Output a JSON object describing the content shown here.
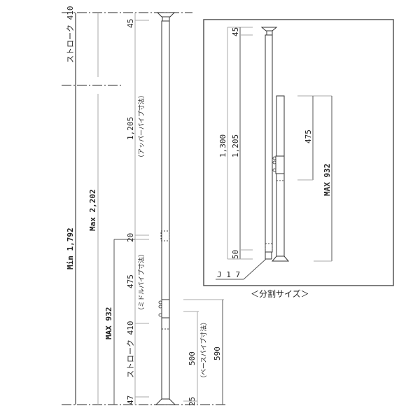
{
  "full_view": {
    "dimensions": {
      "stroke_top": "ストローク 410",
      "min_total": "Min 1,792",
      "max_total": "Max 2,202",
      "max_lower": "MAX 932",
      "stroke_bottom": "ストローク 410",
      "top_cap": "45",
      "upper_pipe": "1,205",
      "upper_pipe_label": "（アッパーパイプ寸法）",
      "joint_upper": "20",
      "middle_pipe": "475",
      "middle_pipe_label": "（ミドルパイプ寸法）",
      "bottom_47": "47",
      "base_pipe": "500",
      "base_pipe_label": "（ベースパイプ寸法）",
      "base_590": "590",
      "base_25": "25"
    }
  },
  "split_view": {
    "caption": "＜分割サイズ＞",
    "dimensions": {
      "top_cap": "45",
      "total_upper": "1,300",
      "upper_pipe": "1,205",
      "bottom_50": "50",
      "middle_pipe": "475",
      "max_lower": "MAX 932",
      "joint_label": "J 1 7"
    }
  }
}
